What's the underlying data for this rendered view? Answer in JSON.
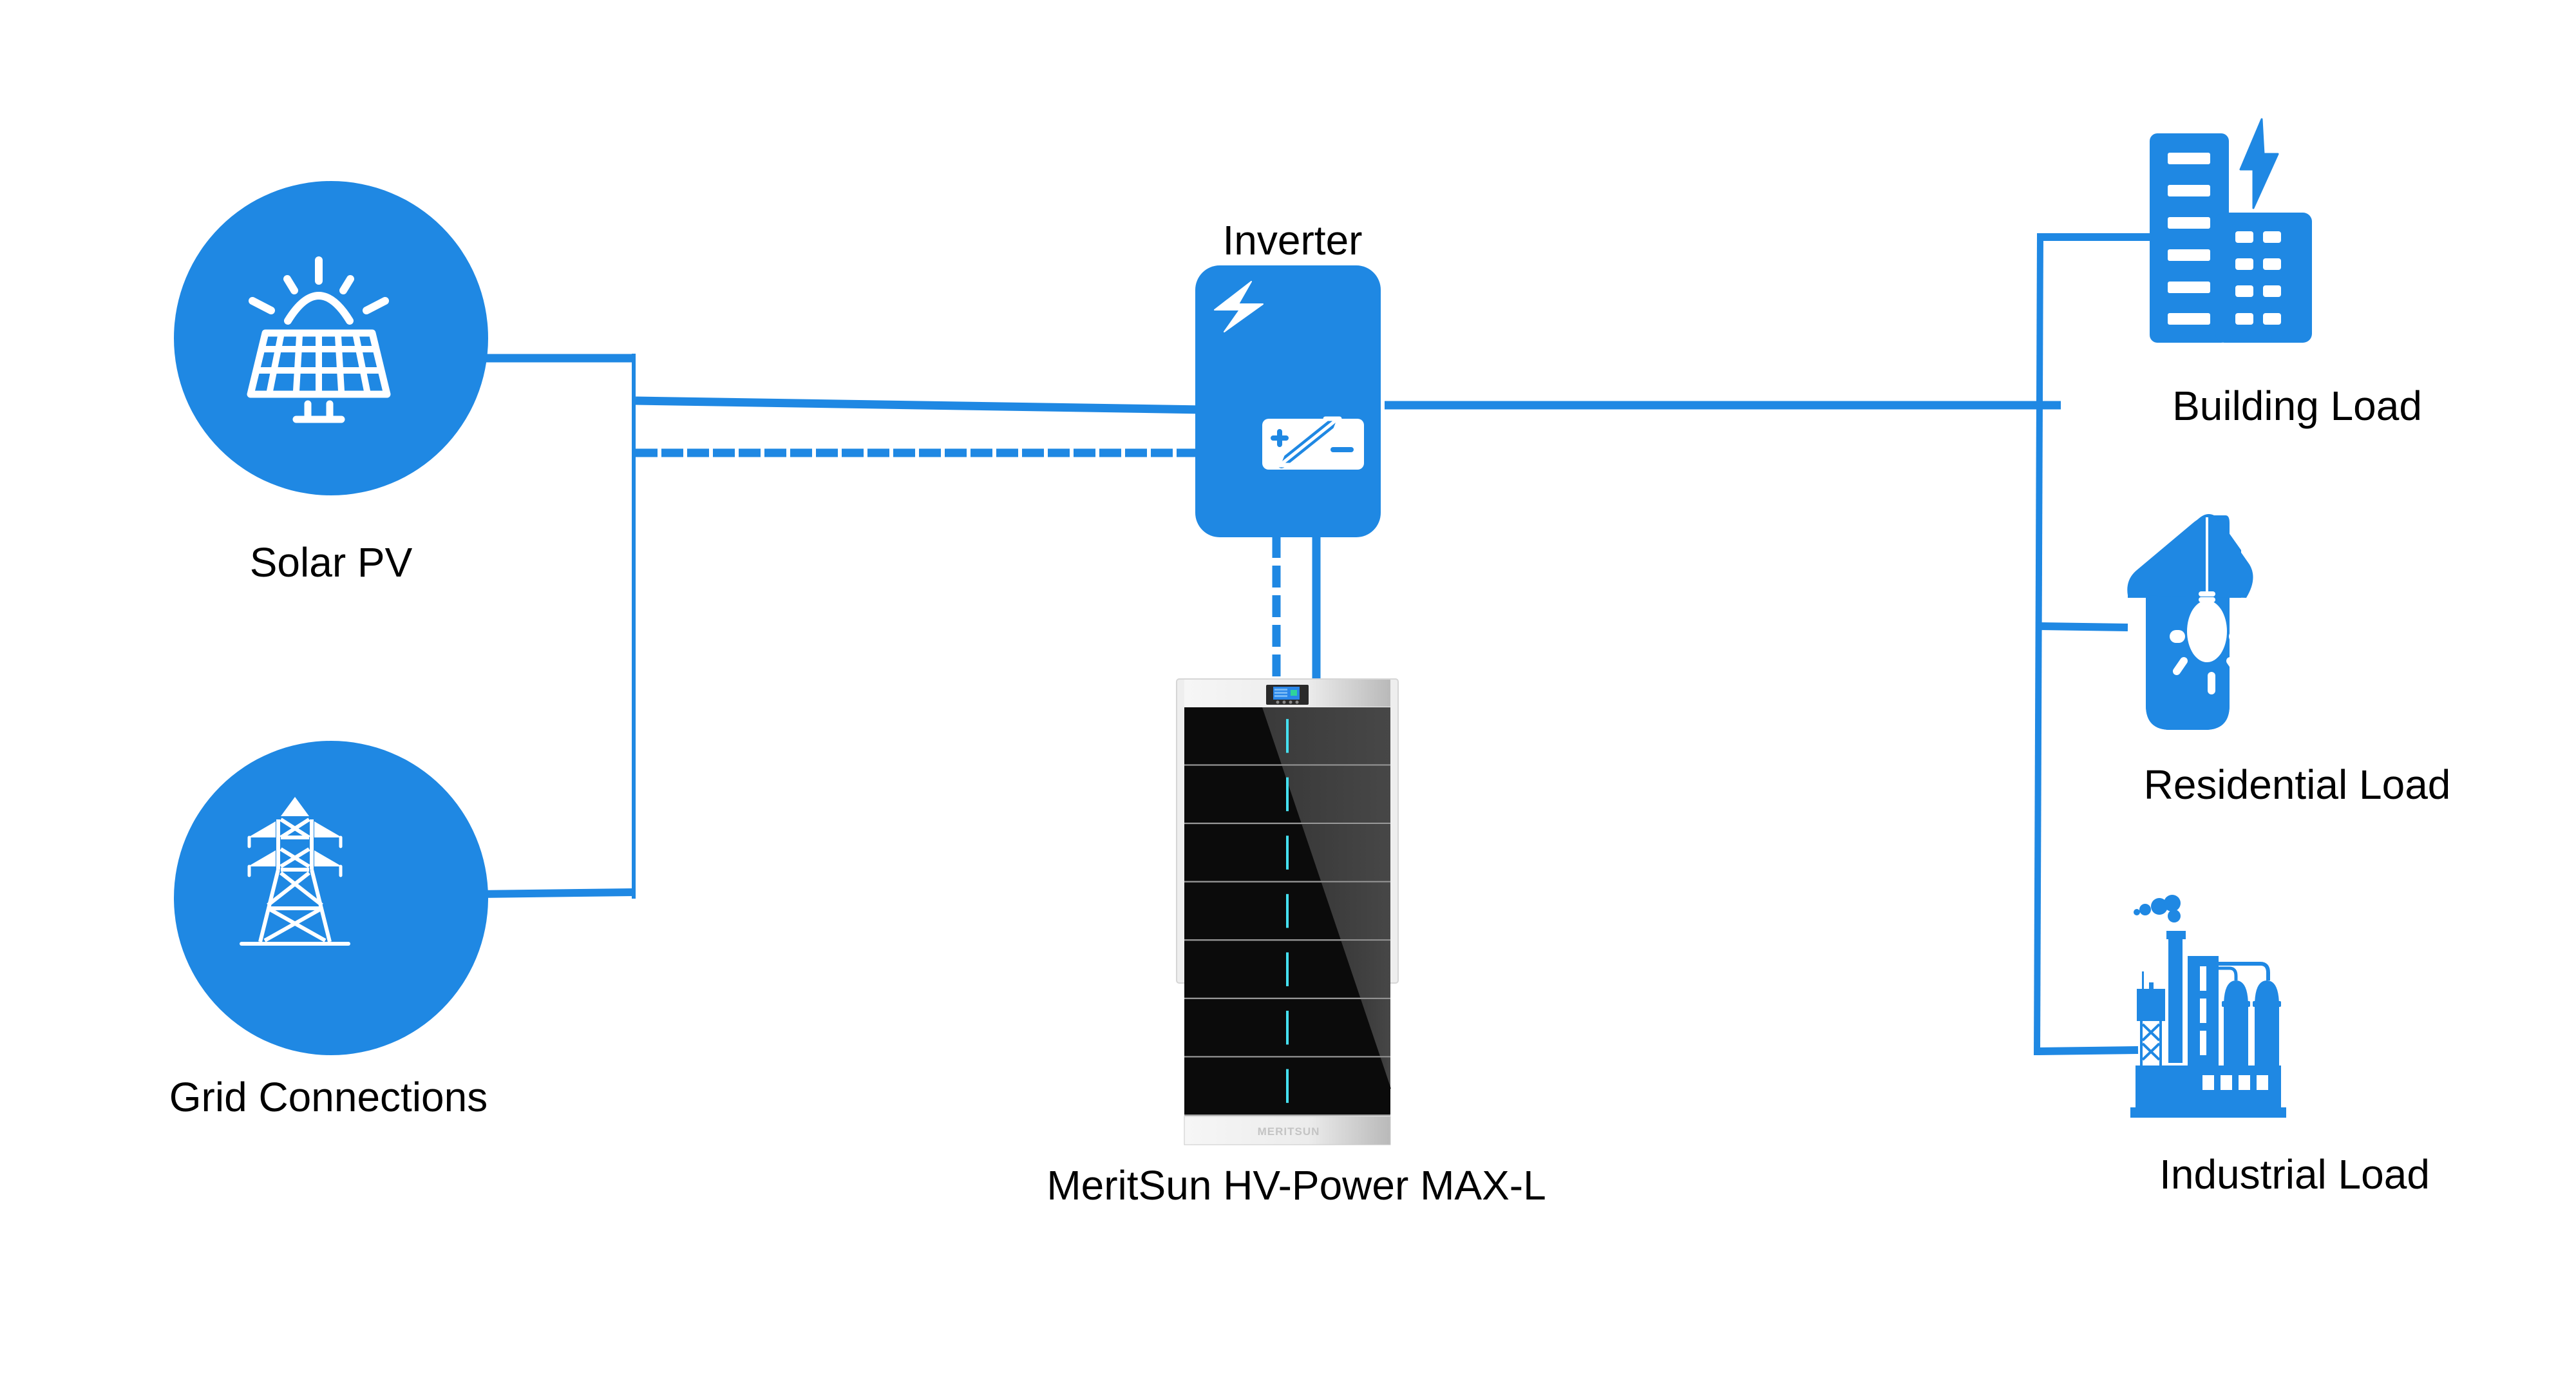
{
  "colors": {
    "accent": "#1f88e3",
    "battery_panel": "#0b0b0b",
    "battery_frame": "#e9e9e9",
    "led": "#45e0f0",
    "text": "#000000",
    "background": "#ffffff"
  },
  "sources": [
    {
      "id": "solar",
      "label": "Solar PV",
      "icon": "solar-panel-icon"
    },
    {
      "id": "grid",
      "label": "Grid Connections",
      "icon": "transmission-tower-icon"
    }
  ],
  "inverter": {
    "title": "Inverter",
    "icons": [
      "lightning-bolt-icon",
      "battery-charge-discharge-icon"
    ]
  },
  "battery": {
    "label": "MeritSun HV-Power MAX-L",
    "brand": "MERITSUN",
    "modules": 7
  },
  "loads": [
    {
      "id": "building",
      "label": "Building Load",
      "icon": "office-building-icon"
    },
    {
      "id": "residential",
      "label": "Residential Load",
      "icon": "house-lightbulb-icon"
    },
    {
      "id": "industrial",
      "label": "Industrial Load",
      "icon": "factory-icon"
    }
  ],
  "connections": [
    {
      "from": "solar",
      "to": "inverter",
      "style": "solid"
    },
    {
      "from": "grid",
      "to": "inverter",
      "style": "solid"
    },
    {
      "from": "sources-bus",
      "to": "inverter",
      "style": "dashed"
    },
    {
      "from": "inverter",
      "to": "battery",
      "style": "dashed"
    },
    {
      "from": "inverter",
      "to": "battery",
      "style": "solid"
    },
    {
      "from": "inverter",
      "to": "loads-bus",
      "style": "solid"
    },
    {
      "from": "loads-bus",
      "to": "building",
      "style": "solid"
    },
    {
      "from": "loads-bus",
      "to": "residential",
      "style": "solid"
    },
    {
      "from": "loads-bus",
      "to": "industrial",
      "style": "solid"
    }
  ]
}
